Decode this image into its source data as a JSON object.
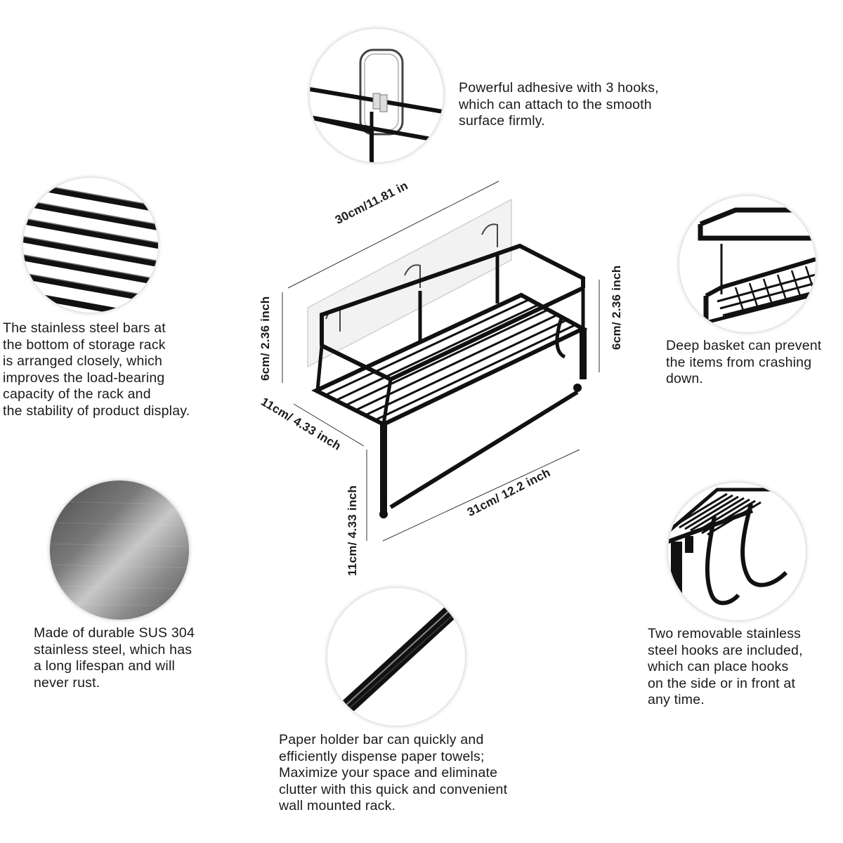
{
  "colors": {
    "metal": "#111111",
    "adhesive": "#eeeeee",
    "text": "#1a1a1a",
    "circle_border": "#e2e2e2"
  },
  "features": {
    "adhesive": {
      "icon": "adhesive-hook-detail-icon",
      "lines": [
        "Powerful adhesive with 3 hooks,",
        "which can attach to the smooth",
        "surface firmly."
      ]
    },
    "bars": {
      "icon": "steel-bars-detail-icon",
      "lines": [
        "The stainless steel bars at",
        "the bottom of storage rack",
        "is arranged closely, which",
        "improves the load-bearing",
        "capacity of the rack and",
        "the stability of product display."
      ]
    },
    "basket": {
      "icon": "deep-basket-detail-icon",
      "lines": [
        "Deep basket can prevent",
        "the items from crashing",
        "down."
      ]
    },
    "steel": {
      "icon": "brushed-steel-texture-icon",
      "lines": [
        "Made of durable SUS 304",
        "stainless steel, which has",
        "a long lifespan and will",
        "never rust."
      ]
    },
    "hooks": {
      "icon": "removable-hooks-detail-icon",
      "lines": [
        "Two removable stainless",
        "steel hooks are included,",
        "which can place hooks",
        "on the side or in front at",
        "any time."
      ]
    },
    "bar": {
      "icon": "paper-holder-bar-detail-icon",
      "lines": [
        "Paper holder bar can quickly and",
        "efficiently dispense paper towels;",
        "Maximize your space and eliminate",
        "clutter with this quick and convenient",
        "wall mounted rack."
      ]
    }
  },
  "dimensions": {
    "top_width": "30cm/11.81 in",
    "left_height": "6cm/ 2.36 inch",
    "right_height": "6cm/ 2.36 inch",
    "depth": "11cm/ 4.33 inch",
    "leg_height": "11cm/ 4.33 inch",
    "bottom_width": "31cm/ 12.2 inch"
  }
}
